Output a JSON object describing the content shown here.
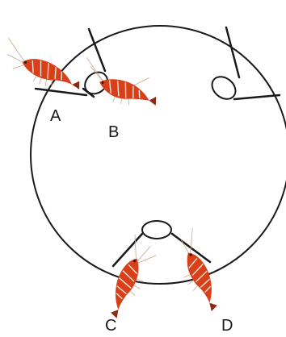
{
  "diagram": {
    "labels": {
      "a": "A",
      "b": "B",
      "c": "C",
      "d": "D"
    },
    "colors": {
      "outline": "#1a1a1a",
      "shrimp_body": "#d9401a",
      "shrimp_stripe": "#f3e6da",
      "shrimp_dark": "#8f2a12",
      "antenna": "#caa88c"
    }
  }
}
